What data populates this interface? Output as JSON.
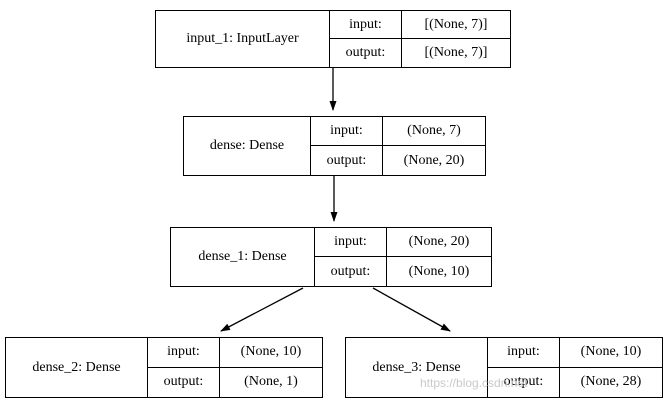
{
  "diagram": {
    "type": "keras-model-graph",
    "labels": {
      "input": "input:",
      "output": "output:"
    },
    "nodes": [
      {
        "id": "input_1",
        "title": "input_1: InputLayer",
        "input_value": "[(None, 7)]",
        "output_value": "[(None, 7)]"
      },
      {
        "id": "dense",
        "title": "dense: Dense",
        "input_value": "(None, 7)",
        "output_value": "(None, 20)"
      },
      {
        "id": "dense_1",
        "title": "dense_1: Dense",
        "input_value": "(None, 20)",
        "output_value": "(None, 10)"
      },
      {
        "id": "dense_2",
        "title": "dense_2: Dense",
        "input_value": "(None, 10)",
        "output_value": "(None, 1)"
      },
      {
        "id": "dense_3",
        "title": "dense_3: Dense",
        "input_value": "(None, 10)",
        "output_value": "(None, 28)"
      }
    ],
    "edges": [
      {
        "from": "input_1",
        "to": "dense"
      },
      {
        "from": "dense",
        "to": "dense_1"
      },
      {
        "from": "dense_1",
        "to": "dense_2"
      },
      {
        "from": "dense_1",
        "to": "dense_3"
      }
    ],
    "watermark": "https://blog.csdn.net",
    "colors": {
      "node_border": "#000000",
      "node_fill": "#ffffff",
      "edge": "#000000",
      "watermark": "#c9c9c9"
    }
  }
}
